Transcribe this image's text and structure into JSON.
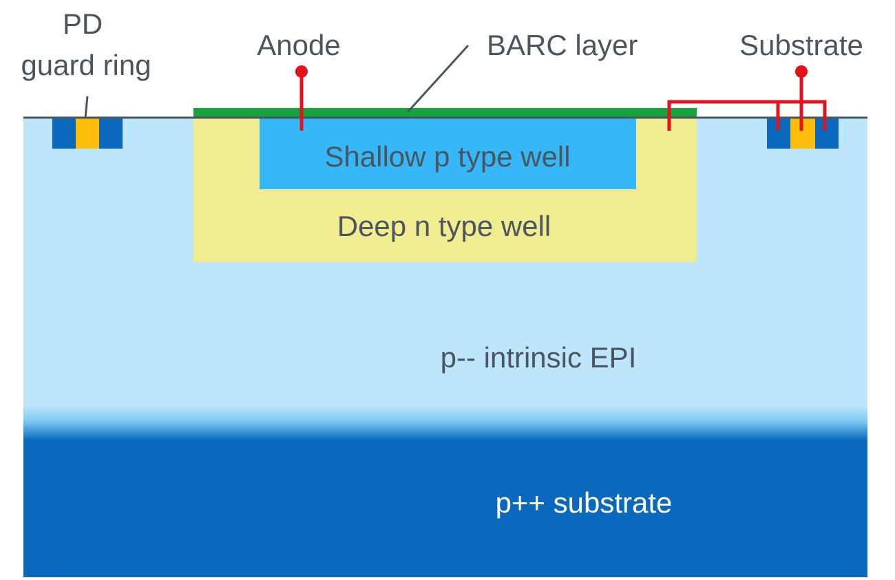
{
  "labels": {
    "pd_guard_ring_line1": "PD",
    "pd_guard_ring_line2": "guard ring",
    "anode": "Anode",
    "barc_layer": "BARC layer",
    "substrate_contact": "Substrate",
    "shallow_well": "Shallow p type well",
    "deep_well": "Deep n type well",
    "epi": "p-- intrinsic EPI",
    "substrate_layer": "p++ substrate"
  },
  "colors": {
    "epi": "#bde6fb",
    "substrate": "#0a69bd",
    "deep_well": "#f2ec90",
    "shallow_well": "#36b7f7",
    "barc": "#16a23c",
    "contact_wire": "#e3121b",
    "ring_outer": "#0a69bd",
    "ring_inner": "#fbbd0a",
    "surface_line": "#4a5560"
  }
}
